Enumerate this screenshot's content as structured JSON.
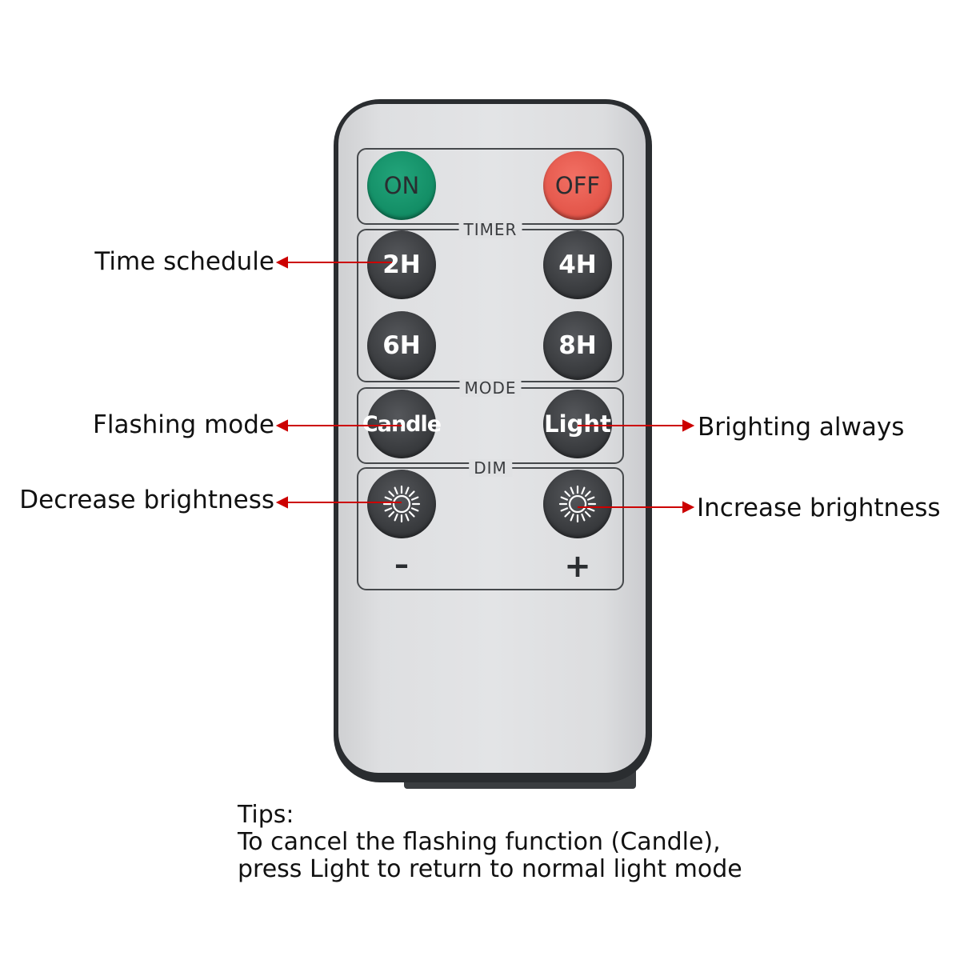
{
  "remote": {
    "power": {
      "on_label": "ON",
      "off_label": "OFF"
    },
    "timer": {
      "section_label": "TIMER",
      "buttons": [
        "2H",
        "4H",
        "6H",
        "8H"
      ]
    },
    "mode": {
      "section_label": "MODE",
      "candle_label": "Candle",
      "light_label": "Light"
    },
    "dim": {
      "section_label": "DIM",
      "minus_sign": "–",
      "plus_sign": "+"
    },
    "colors": {
      "on": "#108a62",
      "off": "#e15246",
      "button": "#3a3c3f",
      "body": "#e0e1e3",
      "arrow": "#cc0000"
    }
  },
  "callouts": {
    "time_schedule": "Time schedule",
    "flashing_mode": "Flashing mode",
    "brighting_always": "Brighting always",
    "decrease_brightness": "Decrease brightness",
    "increase_brightness": "Increase brightness"
  },
  "tips": {
    "heading": "Tips:",
    "line1": "To cancel the flashing function (Candle),",
    "line2": "press Light to return to normal light mode"
  }
}
